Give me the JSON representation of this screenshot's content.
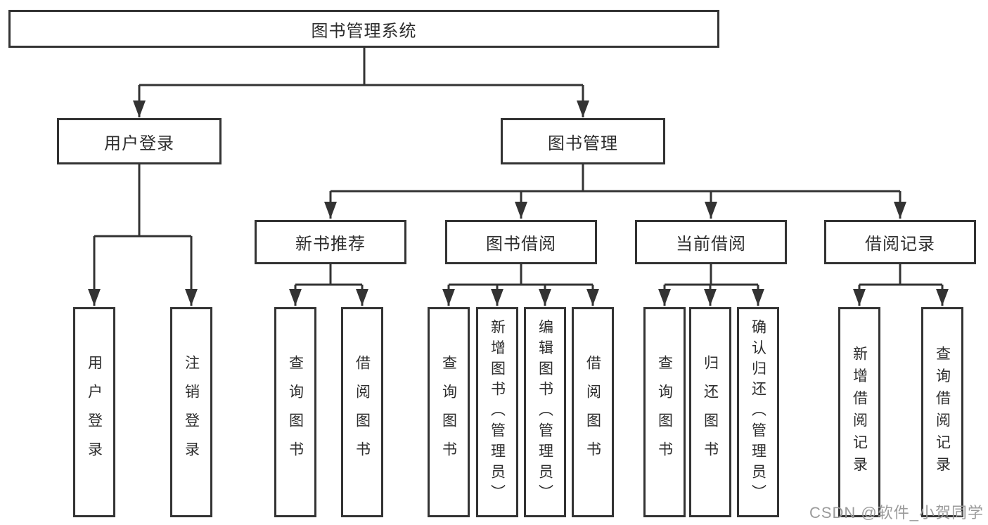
{
  "tree": {
    "label": "图书管理系统",
    "children": [
      {
        "label": "用户登录",
        "children": [
          {
            "label": "用户登录"
          },
          {
            "label": "注销登录"
          }
        ]
      },
      {
        "label": "图书管理",
        "children": [
          {
            "label": "新书推荐",
            "children": [
              {
                "label": "查询图书"
              },
              {
                "label": "借阅图书"
              }
            ]
          },
          {
            "label": "图书借阅",
            "children": [
              {
                "label": "查询图书"
              },
              {
                "label": "新增图书（管理员）"
              },
              {
                "label": "编辑图书（管理员）"
              },
              {
                "label": "借阅图书"
              }
            ]
          },
          {
            "label": "当前借阅",
            "children": [
              {
                "label": "查询图书"
              },
              {
                "label": "归还图书"
              },
              {
                "label": "确认归还（管理员）"
              }
            ]
          },
          {
            "label": "借阅记录",
            "children": [
              {
                "label": "新增借阅记录"
              },
              {
                "label": "查询借阅记录"
              }
            ]
          }
        ]
      }
    ]
  },
  "watermark": {
    "text": "CSDN @软件_小贺同学",
    "color": "#9b9b9b"
  },
  "colors": {
    "line": "#333333",
    "border": "#333333",
    "background": "#ffffff",
    "text": "#2d2d2d"
  }
}
